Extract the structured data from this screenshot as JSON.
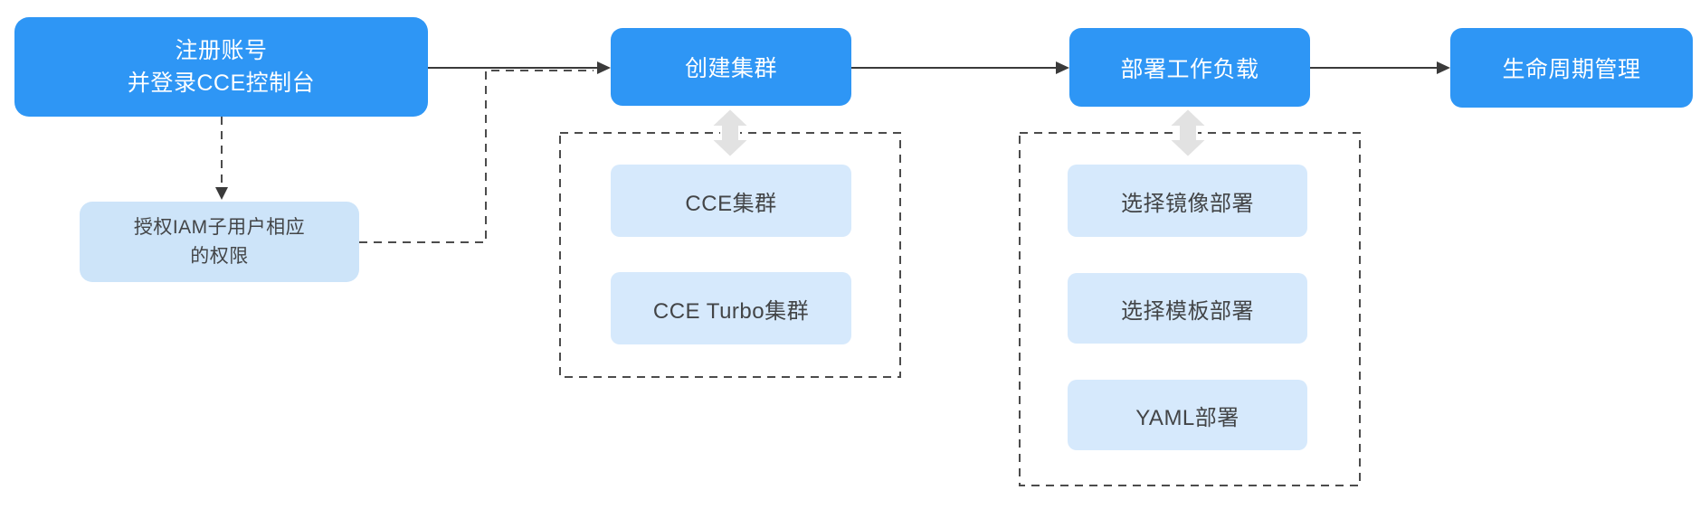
{
  "diagram": {
    "type": "flowchart",
    "language": "zh-CN",
    "colors": {
      "step_blue": "#2e96f5",
      "option_light_blue": "#d6e9fc",
      "note_light_blue": "#cde4f9",
      "dark_text": "#434547",
      "white_text": "#ffffff",
      "solid_arrow": "#3a3a3a",
      "dashed_line": "#4c4c4c",
      "connector_gray": "#e2e2e2",
      "background": "#ffffff"
    }
  },
  "steps": [
    {
      "id": "register-login",
      "label": "注册账号\n并登录CCE控制台"
    },
    {
      "id": "create-cluster",
      "label": "创建集群"
    },
    {
      "id": "deploy-workload",
      "label": "部署工作负载"
    },
    {
      "id": "lifecycle-management",
      "label": "生命周期管理"
    }
  ],
  "note": {
    "label": "授权IAM子用户相应\n的权限"
  },
  "cluster_types": {
    "items": [
      {
        "label": "CCE集群"
      },
      {
        "label": "CCE Turbo集群"
      }
    ]
  },
  "deploy_methods": {
    "items": [
      {
        "label": "选择镜像部署"
      },
      {
        "label": "选择模板部署"
      },
      {
        "label": "YAML部署"
      }
    ]
  }
}
